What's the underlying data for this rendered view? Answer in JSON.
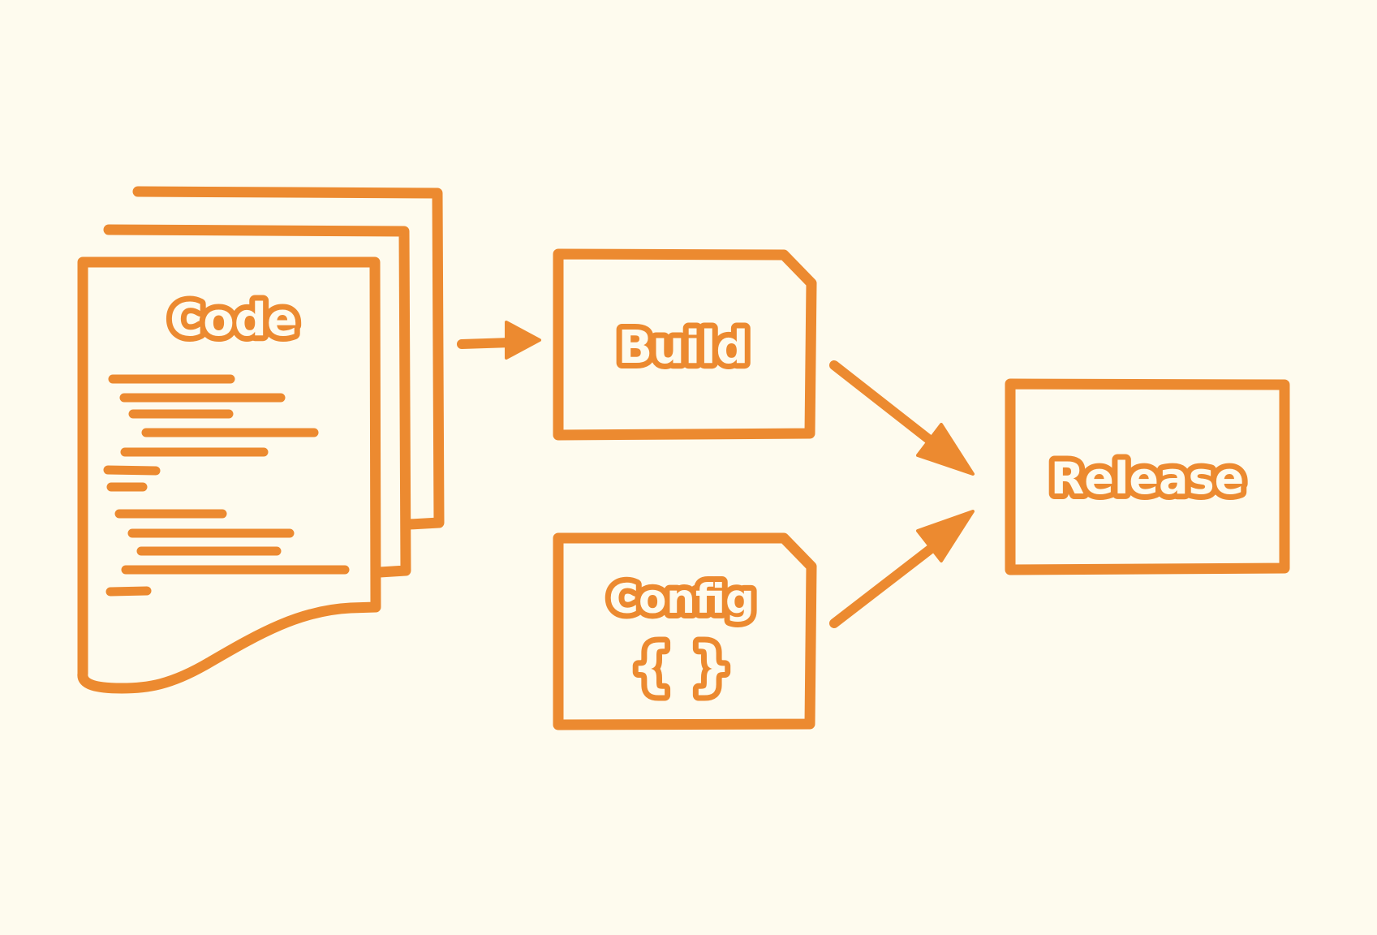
{
  "colors": {
    "background": "#fefbee",
    "stroke": "#ec8a30",
    "fill": "#fefbee"
  },
  "nodes": {
    "code": {
      "label": "Code",
      "icon": "stacked-document-icon"
    },
    "build": {
      "label": "Build",
      "icon": "folded-corner-box"
    },
    "config": {
      "label": "Config",
      "symbol": "{ }",
      "icon": "folded-corner-box"
    },
    "release": {
      "label": "Release",
      "icon": "box"
    }
  },
  "edges": [
    {
      "from": "Code",
      "to": "Build"
    },
    {
      "from": "Build",
      "to": "Release"
    },
    {
      "from": "Config",
      "to": "Release"
    }
  ]
}
